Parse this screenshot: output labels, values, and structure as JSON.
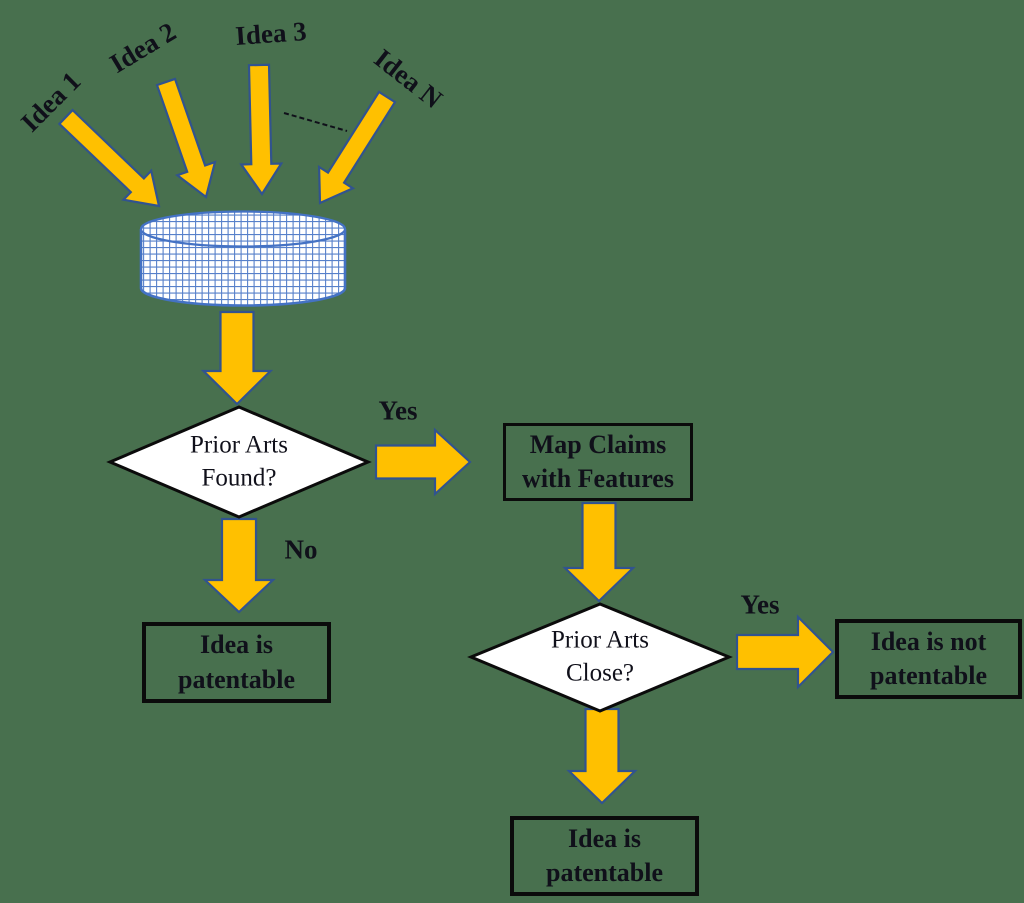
{
  "background_color": "#48704E",
  "colors": {
    "arrow_fill": "#FFC000",
    "arrow_stroke": "#31538F",
    "database_blue": "#4472C4",
    "shape_border": "#0B0B0B",
    "shape_fill": "#FFFFFF",
    "text": "#10101A"
  },
  "idea_sources": [
    {
      "label": "Idea 1"
    },
    {
      "label": "Idea 2"
    },
    {
      "label": "Idea 3"
    },
    {
      "label": "Idea N"
    }
  ],
  "decisions": {
    "prior_arts_found": {
      "line1": "Prior Arts",
      "line2": "Found?"
    },
    "prior_arts_close": {
      "line1": "Prior Arts",
      "line2": "Close?"
    }
  },
  "process_boxes": {
    "map_claims": {
      "line1": "Map Claims",
      "line2": "with Features"
    },
    "patentable_left": {
      "line1": "Idea is",
      "line2": "patentable"
    },
    "not_patentable": {
      "line1": "Idea is not",
      "line2": "patentable"
    },
    "patentable_bottom": {
      "line1": "Idea is",
      "line2": "patentable"
    }
  },
  "branch_labels": {
    "found_yes": "Yes",
    "found_no": "No",
    "close_yes": "Yes"
  }
}
